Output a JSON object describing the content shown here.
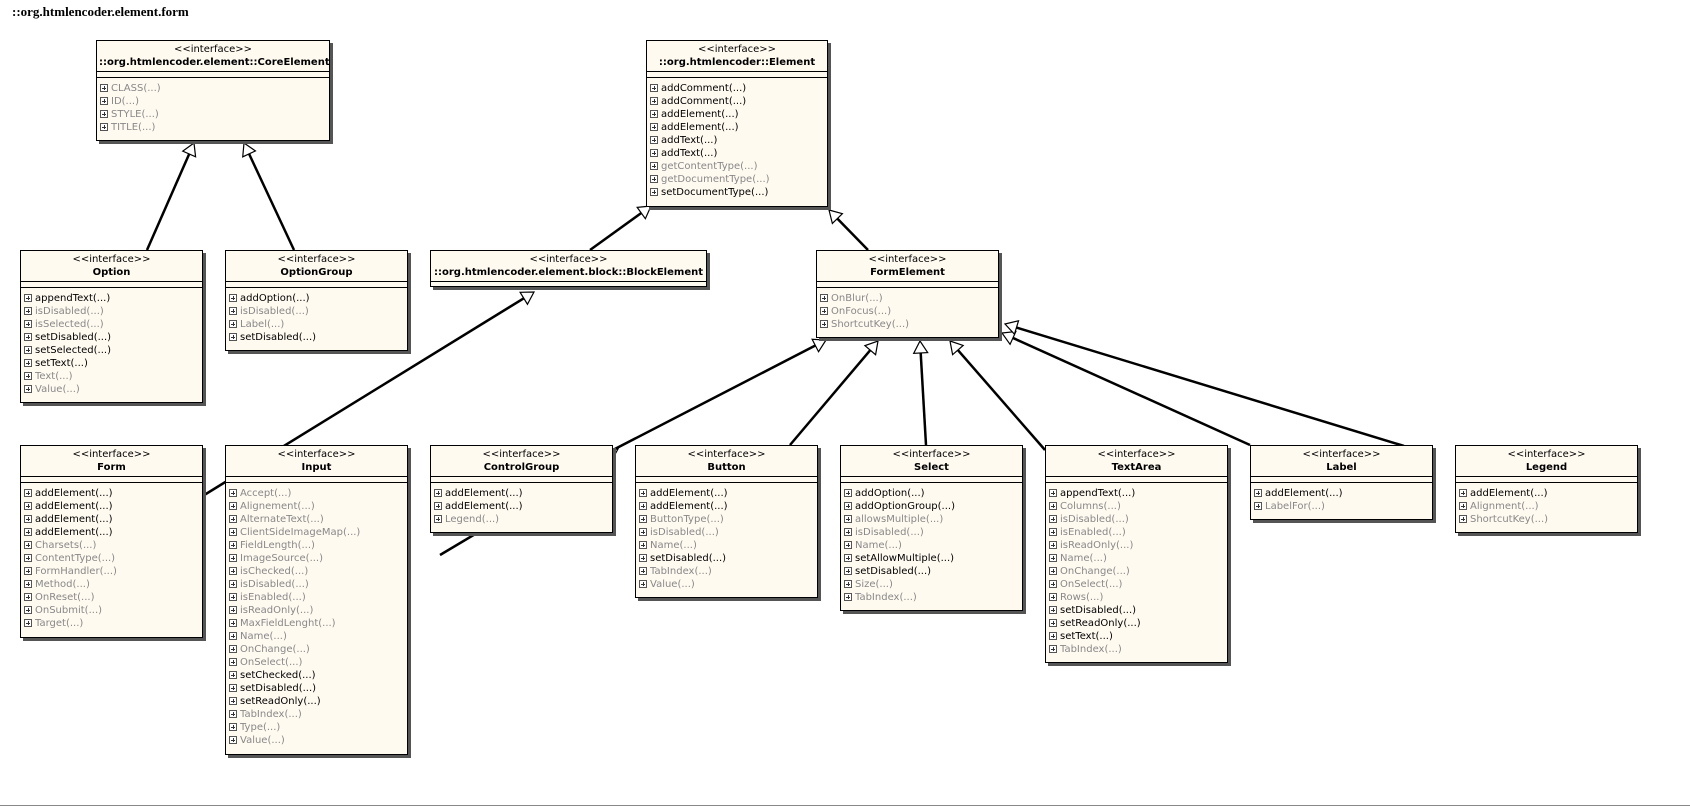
{
  "title": "::org.htmlencoder.element.form",
  "classes": {
    "coreelement": {
      "stereotype": "<<interface>>",
      "name": "::org.htmlencoder.element::CoreElement",
      "methods": [
        {
          "label": "CLASS(...)",
          "style": "grey"
        },
        {
          "label": "ID(...)",
          "style": "grey"
        },
        {
          "label": "STYLE(...)",
          "style": "grey"
        },
        {
          "label": "TITLE(...)",
          "style": "grey"
        }
      ]
    },
    "element": {
      "stereotype": "<<interface>>",
      "name": "::org.htmlencoder::Element",
      "methods": [
        {
          "label": "addComment(...)",
          "style": "dark"
        },
        {
          "label": "addComment(...)",
          "style": "dark"
        },
        {
          "label": "addElement(...)",
          "style": "dark"
        },
        {
          "label": "addElement(...)",
          "style": "dark"
        },
        {
          "label": "addText(...)",
          "style": "dark"
        },
        {
          "label": "addText(...)",
          "style": "dark"
        },
        {
          "label": "getContentType(...)",
          "style": "grey"
        },
        {
          "label": "getDocumentType(...)",
          "style": "grey"
        },
        {
          "label": "setDocumentType(...)",
          "style": "dark"
        }
      ]
    },
    "option": {
      "stereotype": "<<interface>>",
      "name": "Option",
      "methods": [
        {
          "label": "appendText(...)",
          "style": "dark"
        },
        {
          "label": "isDisabled(...)",
          "style": "grey"
        },
        {
          "label": "isSelected(...)",
          "style": "grey"
        },
        {
          "label": "setDisabled(...)",
          "style": "dark"
        },
        {
          "label": "setSelected(...)",
          "style": "dark"
        },
        {
          "label": "setText(...)",
          "style": "dark"
        },
        {
          "label": "Text(...)",
          "style": "grey"
        },
        {
          "label": "Value(...)",
          "style": "grey"
        }
      ]
    },
    "optiongroup": {
      "stereotype": "<<interface>>",
      "name": "OptionGroup",
      "methods": [
        {
          "label": "addOption(...)",
          "style": "dark"
        },
        {
          "label": "isDisabled(...)",
          "style": "grey"
        },
        {
          "label": "Label(...)",
          "style": "grey"
        },
        {
          "label": "setDisabled(...)",
          "style": "dark"
        }
      ]
    },
    "blockelement": {
      "stereotype": "<<interface>>",
      "name": "::org.htmlencoder.element.block::BlockElement",
      "methods": []
    },
    "formelement": {
      "stereotype": "<<interface>>",
      "name": "FormElement",
      "methods": [
        {
          "label": "OnBlur(...)",
          "style": "grey"
        },
        {
          "label": "OnFocus(...)",
          "style": "grey"
        },
        {
          "label": "ShortcutKey(...)",
          "style": "grey"
        }
      ]
    },
    "form": {
      "stereotype": "<<interface>>",
      "name": "Form",
      "methods": [
        {
          "label": "addElement(...)",
          "style": "dark"
        },
        {
          "label": "addElement(...)",
          "style": "dark"
        },
        {
          "label": "addElement(...)",
          "style": "dark"
        },
        {
          "label": "addElement(...)",
          "style": "dark"
        },
        {
          "label": "Charsets(...)",
          "style": "grey"
        },
        {
          "label": "ContentType(...)",
          "style": "grey"
        },
        {
          "label": "FormHandler(...)",
          "style": "grey"
        },
        {
          "label": "Method(...)",
          "style": "grey"
        },
        {
          "label": "OnReset(...)",
          "style": "grey"
        },
        {
          "label": "OnSubmit(...)",
          "style": "grey"
        },
        {
          "label": "Target(...)",
          "style": "grey"
        }
      ]
    },
    "input": {
      "stereotype": "<<interface>>",
      "name": "Input",
      "methods": [
        {
          "label": "Accept(...)",
          "style": "grey"
        },
        {
          "label": "Alignement(...)",
          "style": "grey"
        },
        {
          "label": "AlternateText(...)",
          "style": "grey"
        },
        {
          "label": "ClientSideImageMap(...)",
          "style": "grey"
        },
        {
          "label": "FieldLength(...)",
          "style": "grey"
        },
        {
          "label": "ImageSource(...)",
          "style": "grey"
        },
        {
          "label": "isChecked(...)",
          "style": "grey"
        },
        {
          "label": "isDisabled(...)",
          "style": "grey"
        },
        {
          "label": "isEnabled(...)",
          "style": "grey"
        },
        {
          "label": "isReadOnly(...)",
          "style": "grey"
        },
        {
          "label": "MaxFieldLenght(...)",
          "style": "grey"
        },
        {
          "label": "Name(...)",
          "style": "grey"
        },
        {
          "label": "OnChange(...)",
          "style": "grey"
        },
        {
          "label": "OnSelect(...)",
          "style": "grey"
        },
        {
          "label": "setChecked(...)",
          "style": "dark"
        },
        {
          "label": "setDisabled(...)",
          "style": "dark"
        },
        {
          "label": "setReadOnly(...)",
          "style": "dark"
        },
        {
          "label": "TabIndex(...)",
          "style": "grey"
        },
        {
          "label": "Type(...)",
          "style": "grey"
        },
        {
          "label": "Value(...)",
          "style": "grey"
        }
      ]
    },
    "controlgroup": {
      "stereotype": "<<interface>>",
      "name": "ControlGroup",
      "methods": [
        {
          "label": "addElement(...)",
          "style": "dark"
        },
        {
          "label": "addElement(...)",
          "style": "dark"
        },
        {
          "label": "Legend(...)",
          "style": "grey"
        }
      ]
    },
    "button": {
      "stereotype": "<<interface>>",
      "name": "Button",
      "methods": [
        {
          "label": "addElement(...)",
          "style": "dark"
        },
        {
          "label": "addElement(...)",
          "style": "dark"
        },
        {
          "label": "ButtonType(...)",
          "style": "grey"
        },
        {
          "label": "isDisabled(...)",
          "style": "grey"
        },
        {
          "label": "Name(...)",
          "style": "grey"
        },
        {
          "label": "setDisabled(...)",
          "style": "dark"
        },
        {
          "label": "TabIndex(...)",
          "style": "grey"
        },
        {
          "label": "Value(...)",
          "style": "grey"
        }
      ]
    },
    "select": {
      "stereotype": "<<interface>>",
      "name": "Select",
      "methods": [
        {
          "label": "addOption(...)",
          "style": "dark"
        },
        {
          "label": "addOptionGroup(...)",
          "style": "dark"
        },
        {
          "label": "allowsMultiple(...)",
          "style": "grey"
        },
        {
          "label": "isDisabled(...)",
          "style": "grey"
        },
        {
          "label": "Name(...)",
          "style": "grey"
        },
        {
          "label": "setAllowMultiple(...)",
          "style": "dark"
        },
        {
          "label": "setDisabled(...)",
          "style": "dark"
        },
        {
          "label": "Size(...)",
          "style": "grey"
        },
        {
          "label": "TabIndex(...)",
          "style": "grey"
        }
      ]
    },
    "textarea": {
      "stereotype": "<<interface>>",
      "name": "TextArea",
      "methods": [
        {
          "label": "appendText(...)",
          "style": "dark"
        },
        {
          "label": "Columns(...)",
          "style": "grey"
        },
        {
          "label": "isDisabled(...)",
          "style": "grey"
        },
        {
          "label": "isEnabled(...)",
          "style": "grey"
        },
        {
          "label": "isReadOnly(...)",
          "style": "grey"
        },
        {
          "label": "Name(...)",
          "style": "grey"
        },
        {
          "label": "OnChange(...)",
          "style": "grey"
        },
        {
          "label": "OnSelect(...)",
          "style": "grey"
        },
        {
          "label": "Rows(...)",
          "style": "grey"
        },
        {
          "label": "setDisabled(...)",
          "style": "dark"
        },
        {
          "label": "setReadOnly(...)",
          "style": "dark"
        },
        {
          "label": "setText(...)",
          "style": "dark"
        },
        {
          "label": "TabIndex(...)",
          "style": "grey"
        }
      ]
    },
    "label": {
      "stereotype": "<<interface>>",
      "name": "Label",
      "methods": [
        {
          "label": "addElement(...)",
          "style": "dark"
        },
        {
          "label": "LabelFor(...)",
          "style": "grey"
        }
      ]
    },
    "legend": {
      "stereotype": "<<interface>>",
      "name": "Legend",
      "methods": [
        {
          "label": "addElement(...)",
          "style": "dark"
        },
        {
          "label": "Alignment(...)",
          "style": "grey"
        },
        {
          "label": "ShortcutKey(...)",
          "style": "grey"
        }
      ]
    }
  },
  "relations": [
    {
      "from": "option",
      "to": "coreelement",
      "type": "realization"
    },
    {
      "from": "optiongroup",
      "to": "coreelement",
      "type": "realization"
    },
    {
      "from": "blockelement",
      "to": "element",
      "type": "realization"
    },
    {
      "from": "formelement",
      "to": "element",
      "type": "realization"
    },
    {
      "from": "form",
      "to": "blockelement",
      "type": "realization"
    },
    {
      "from": "controlgroup",
      "to": "formelement",
      "type": "realization"
    },
    {
      "from": "button",
      "to": "formelement",
      "type": "realization"
    },
    {
      "from": "select",
      "to": "formelement",
      "type": "realization"
    },
    {
      "from": "textarea",
      "to": "formelement",
      "type": "realization"
    },
    {
      "from": "label",
      "to": "formelement",
      "type": "realization"
    },
    {
      "from": "legend",
      "to": "formelement",
      "type": "realization"
    },
    {
      "from": "input",
      "to": "formelement",
      "type": "realization"
    }
  ]
}
